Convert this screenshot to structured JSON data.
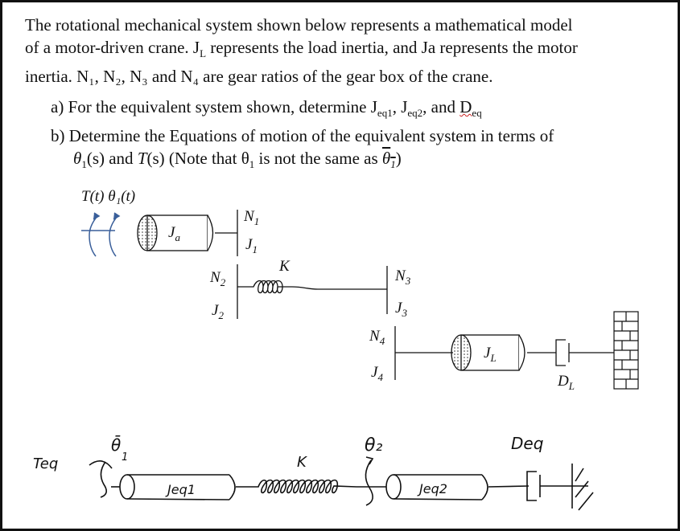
{
  "problem": {
    "intro": "The rotational mechanical system shown below represents a mathematical model of a motor-driven crane.  Jₗ represents the load inertia, and Ja represents the motor inertia.  N₁, N₂, N₃ and N₄ are gear ratios of the gear box of the crane.",
    "intro_line1": "The rotational mechanical system shown below represents a mathematical model",
    "intro_line2": "of a motor-driven crane.  J",
    "intro_line2_sub": "L",
    "intro_line2_rest": " represents the load inertia, and Ja represents the motor",
    "intro_line3": "inertia.  N₁, N₂, N₃ and N₄ are gear ratios of the gear box of the crane.",
    "part_a_prefix": "a)  For the equivalent system shown, determine J",
    "part_a_sub1": "eq1",
    "part_a_mid": ", J",
    "part_a_sub2": "eq2",
    "part_a_and": ", and ",
    "part_a_deq": "D",
    "part_a_deq_sub": "eq",
    "part_b_line1": "b)  Determine the Equations of motion of the equivalent system in terms of",
    "part_b_theta": "θ",
    "part_b_theta_sub": "1",
    "part_b_s1": "(s) and ",
    "part_b_T": "T",
    "part_b_s2": "(s) (Note that θ",
    "part_b_sub": "1",
    "part_b_rest": " is not the same as ",
    "part_b_theta_bar": "θ",
    "part_b_theta_bar_sub": "1",
    "part_b_close": ")"
  },
  "diagram": {
    "input_label": "T(t) θ₁(t)",
    "Ja": "J",
    "Ja_sub": "a",
    "N1": "N",
    "N1_sub": "1",
    "J1": "J",
    "J1_sub": "1",
    "N2": "N",
    "N2_sub": "2",
    "J2": "J",
    "J2_sub": "2",
    "K": "K",
    "N3": "N",
    "N3_sub": "3",
    "J3": "J",
    "J3_sub": "3",
    "N4": "N",
    "N4_sub": "4",
    "J4": "J",
    "J4_sub": "4",
    "JL": "J",
    "JL_sub": "L",
    "DL": "D",
    "DL_sub": "L"
  },
  "handwritten": {
    "Teq": "Teq",
    "theta_bar": "θ̄",
    "theta_sub": "1",
    "Jeq1": "Jeq1",
    "K": "K",
    "theta2": "θ₂",
    "Jeq2": "Jeq2",
    "Deq": "Deq"
  }
}
